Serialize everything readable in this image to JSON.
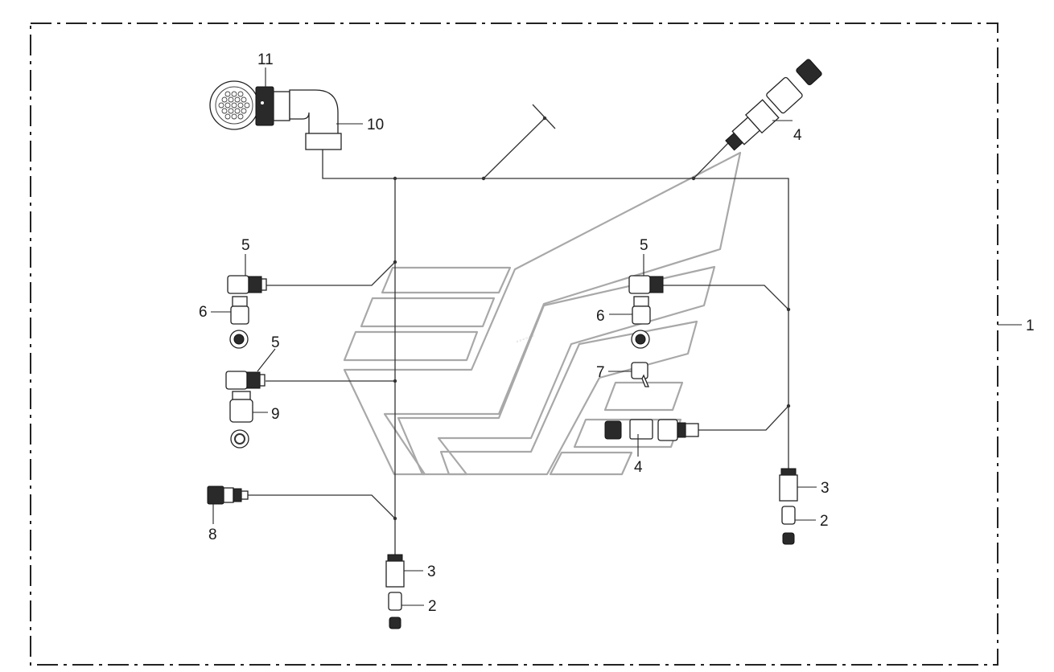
{
  "callouts": {
    "c1": "1",
    "c2a": "2",
    "c2b": "2",
    "c3a": "3",
    "c3b": "3",
    "c4a": "4",
    "c4b": "4",
    "c5a": "5",
    "c5b": "5",
    "c5c": "5",
    "c6a": "6",
    "c6b": "6",
    "c7": "7",
    "c8": "8",
    "c9": "9",
    "c10": "10",
    "c11": "11"
  },
  "colors": {
    "line": "#333333",
    "ghost_logo": "#a8a8a8",
    "background": "#ffffff"
  }
}
